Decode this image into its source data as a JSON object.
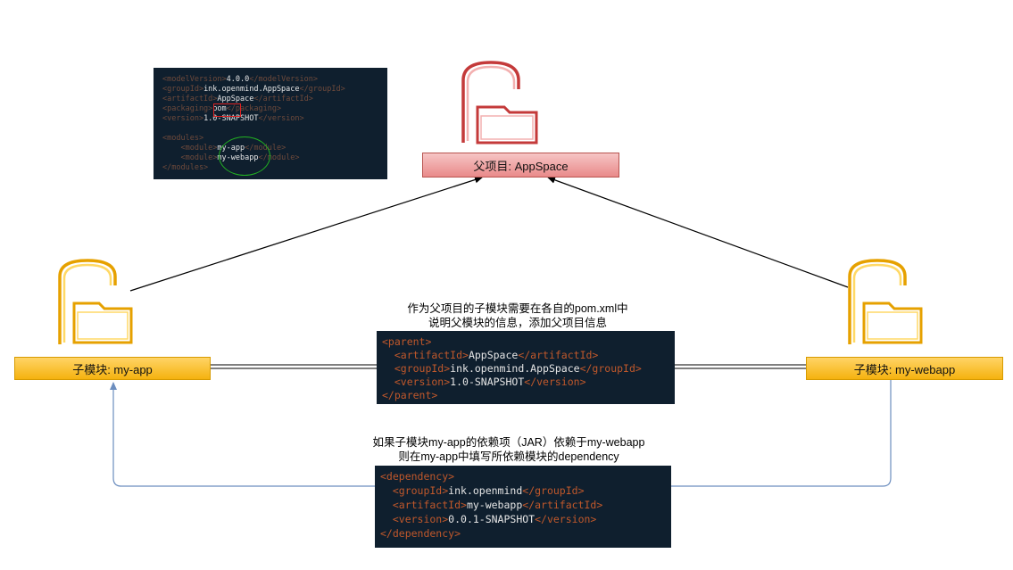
{
  "parent": {
    "label": "父项目: AppSpace",
    "icon": "folder-lock-icon",
    "color": "#e98a8a"
  },
  "children": [
    {
      "id": "my-app",
      "label": "子模块: my-app",
      "icon": "folder-lock-icon",
      "color": "#f5b20f"
    },
    {
      "id": "my-webapp",
      "label": "子模块: my-webapp",
      "icon": "folder-lock-icon",
      "color": "#f5b20f"
    }
  ],
  "parent_pom": {
    "lines": [
      {
        "open": "<modelVersion>",
        "value": "4.0.0",
        "close": "</modelVersion>"
      },
      {
        "open": "<groupId>",
        "value": "ink.openmind.AppSpace",
        "close": "</groupId>"
      },
      {
        "open": "<artifactId>",
        "value": "AppSpace",
        "close": "</artifactId>"
      },
      {
        "open": "<packaging>",
        "value": "pom",
        "close": "</packaging>"
      },
      {
        "open": "<version>",
        "value": "1.0-SNAPSHOT",
        "close": "</version>"
      },
      {
        "open": "",
        "value": "",
        "close": ""
      },
      {
        "open": "<modules>",
        "value": "",
        "close": ""
      },
      {
        "open": "    <module>",
        "value": "my-app",
        "close": "</module>"
      },
      {
        "open": "    <module>",
        "value": "my-webapp",
        "close": "</module>"
      },
      {
        "open": "</modules>",
        "value": "",
        "close": ""
      }
    ]
  },
  "parent_note": {
    "line1": "作为父项目的子模块需要在各自的pom.xml中",
    "line2": "说明父模块的信息，添加父项目信息"
  },
  "parent_snippet": {
    "lines": [
      {
        "open": "<parent>",
        "value": "",
        "close": ""
      },
      {
        "open": "  <artifactId>",
        "value": "AppSpace",
        "close": "</artifactId>"
      },
      {
        "open": "  <groupId>",
        "value": "ink.openmind.AppSpace",
        "close": "</groupId>"
      },
      {
        "open": "  <version>",
        "value": "1.0-SNAPSHOT",
        "close": "</version>"
      },
      {
        "open": "</parent>",
        "value": "",
        "close": ""
      }
    ]
  },
  "dependency_note": {
    "line1": "如果子模块my-app的依赖项（JAR）依赖于my-webapp",
    "line2": "则在my-app中填写所依赖模块的dependency"
  },
  "dependency_snippet": {
    "lines": [
      {
        "open": "<dependency>",
        "value": "",
        "close": ""
      },
      {
        "open": "  <groupId>",
        "value": "ink.openmind",
        "close": "</groupId>"
      },
      {
        "open": "  <artifactId>",
        "value": "my-webapp",
        "close": "</artifactId>"
      },
      {
        "open": "  <version>",
        "value": "0.0.1-SNAPSHOT",
        "close": "</version>"
      },
      {
        "open": "</dependency>",
        "value": "",
        "close": ""
      }
    ]
  },
  "colors": {
    "code_bg": "#0f1f2e",
    "tag": "#c0582b",
    "arrow_black": "#000000",
    "arrow_blue": "#6c8ebf",
    "highlight_red": "#dd2222",
    "highlight_green": "#22b022"
  }
}
